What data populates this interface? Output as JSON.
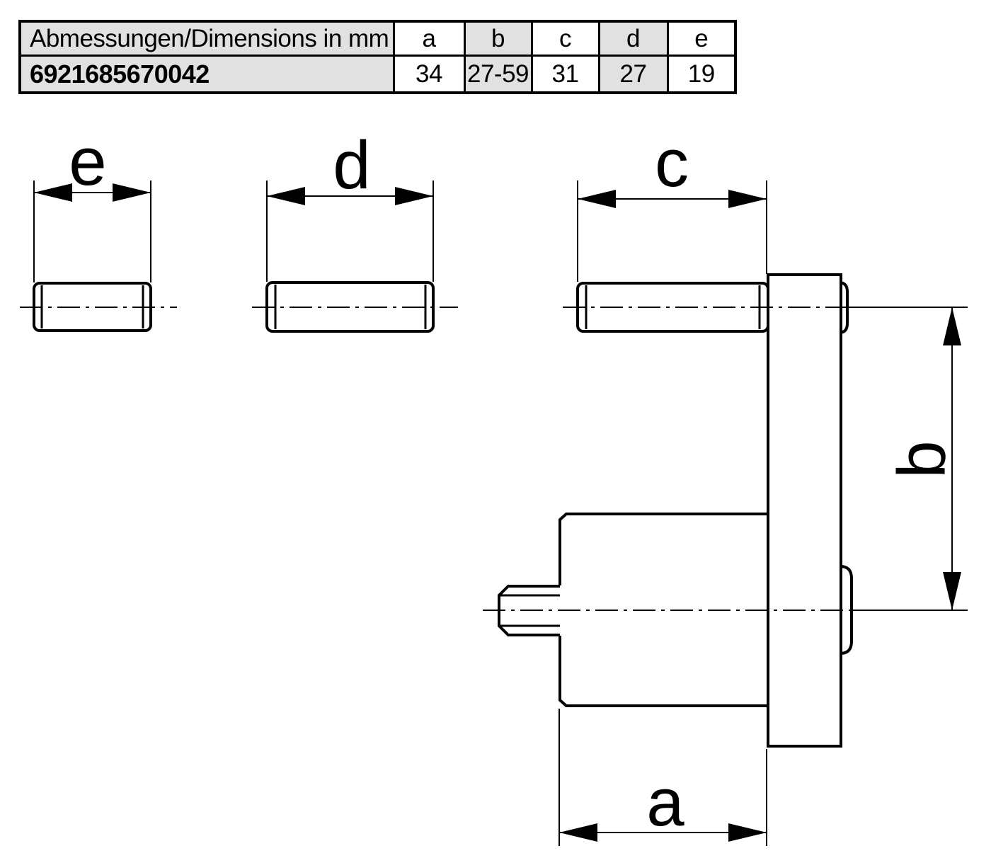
{
  "table": {
    "header": {
      "label": "Abmessungen/Dimensions in mm",
      "cols": [
        "a",
        "b",
        "c",
        "d",
        "e"
      ]
    },
    "row": {
      "label": "6921685670042",
      "values": [
        "34",
        "27-59",
        "31",
        "27",
        "19"
      ]
    }
  },
  "drawing": {
    "labels": {
      "e": "e",
      "d": "d",
      "c": "c",
      "b": "b",
      "a": "a"
    }
  },
  "colors": {
    "table_shaded_bg": "#e1e1e1",
    "line": "#000000",
    "background": "#ffffff"
  }
}
